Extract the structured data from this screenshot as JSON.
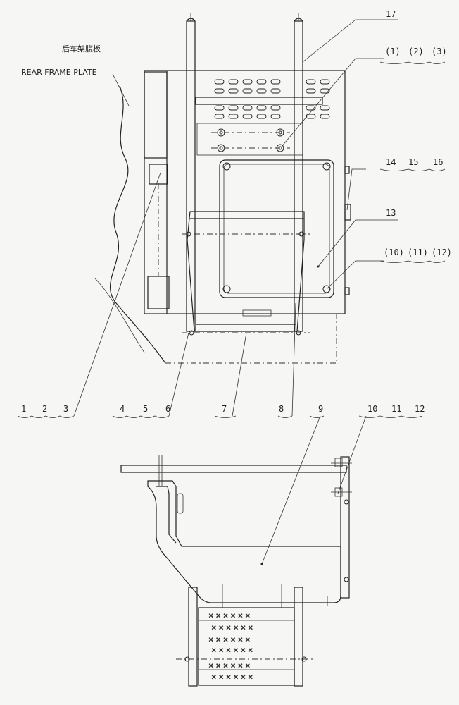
{
  "labels": {
    "rear_frame_cn": "后车架腹板",
    "rear_frame_en": "REAR FRAME PLATE",
    "c17": "17",
    "c1a": "(1)",
    "c2a": "(2)",
    "c3a": "(3)",
    "c14": "14",
    "c15": "15",
    "c16": "16",
    "c13": "13",
    "c10a": "(10)",
    "c11a": "(11)",
    "c12a": "(12)",
    "c1": "1",
    "c2": "2",
    "c3": "3",
    "c4": "4",
    "c5": "5",
    "c6": "6",
    "c7": "7",
    "c8": "8",
    "c9": "9",
    "c10": "10",
    "c11": "11",
    "c12": "12"
  }
}
